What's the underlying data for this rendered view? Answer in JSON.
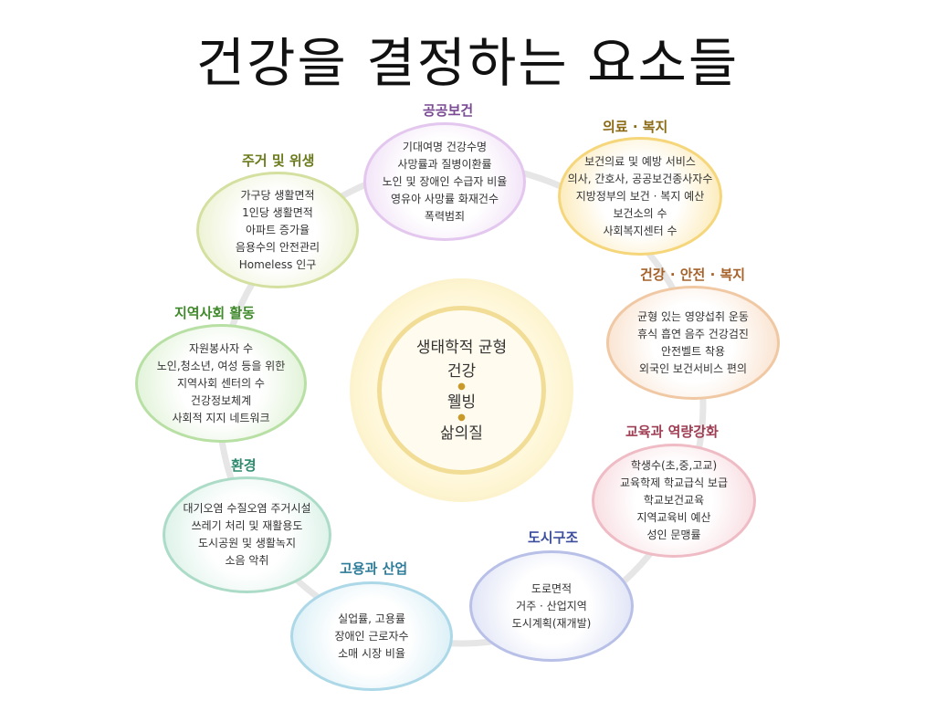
{
  "title": "건강을 결정하는 요소들",
  "center": {
    "lines": [
      "생태학적 균형",
      "건강",
      "웰빙",
      "삶의질"
    ]
  },
  "nodes": [
    {
      "label": "공공보건",
      "items": [
        "기대여명 건강수명",
        "사망률과 질병이환률",
        "노인 및 장애인 수급자 비율",
        "영유아 사망률 화재건수",
        "폭력범죄"
      ]
    },
    {
      "label": "의료 · 복지",
      "items": [
        "보건의료 및 예방 서비스",
        "의사, 간호사, 공공보건종사자수",
        "지방정부의 보건 · 복지 예산",
        "보건소의 수",
        "사회복지센터 수"
      ]
    },
    {
      "label": "건강 · 안전 · 복지",
      "items": [
        "균형 있는 영양섭취 운동",
        "휴식 흡연 음주 건강검진",
        "안전벨트 착용",
        "외국인 보건서비스 편의"
      ]
    },
    {
      "label": "교육과 역량강화",
      "items": [
        "학생수(초,중,고교)",
        "교육학제 학교급식 보급",
        "학교보건교육",
        "지역교육비 예산",
        "성인 문맹률"
      ]
    },
    {
      "label": "도시구조",
      "items": [
        "도로면적",
        "거주 · 산업지역",
        "도시계획(재개발)"
      ]
    },
    {
      "label": "고용과 산업",
      "items": [
        "실업률, 고용률",
        "장애인 근로자수",
        "소매 시장 비율"
      ]
    },
    {
      "label": "환경",
      "items": [
        "대기오염 수질오염 주거시설",
        "쓰레기 처리 및 재활용도",
        "도시공원 및 생활녹지",
        "소음 악취"
      ]
    },
    {
      "label": "지역사회 활동",
      "items": [
        "자원봉사자 수",
        "노인,청소년, 여성 등을 위한",
        "지역사회 센터의 수",
        "건강정보체계",
        "사회적 지지 네트워크"
      ]
    },
    {
      "label": "주거 및 위생",
      "items": [
        "가구당 생활면적",
        "1인당 생활면적",
        "아파트 증가율",
        "음용수의 안전관리",
        "Homeless 인구"
      ]
    }
  ],
  "colors": {
    "ring": "#e4e4e4",
    "center_outer": "#fbf1c9",
    "center_inner": "#fdf8e8",
    "center_border": "#f0d98a"
  }
}
